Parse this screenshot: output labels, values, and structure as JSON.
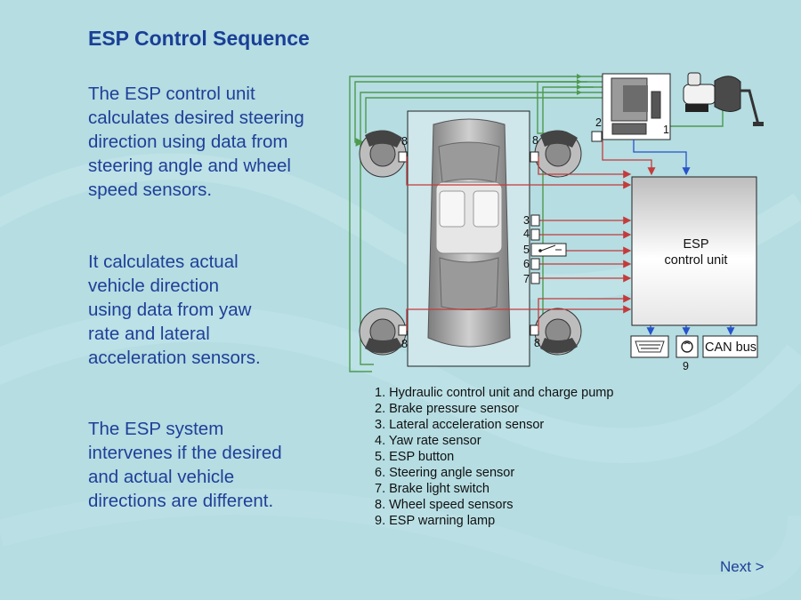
{
  "slide": {
    "title": "ESP Control Sequence",
    "paragraphs": [
      [
        "The ESP control unit",
        "calculates desired steering",
        "direction using data from",
        "steering angle and wheel",
        "speed sensors."
      ],
      [
        "It calculates actual",
        "vehicle direction",
        "using data from yaw",
        "rate and lateral",
        "acceleration sensors."
      ],
      [
        "The ESP system",
        "intervenes if the desired",
        "and actual vehicle",
        "directions are different."
      ]
    ],
    "next_label": "Next >"
  },
  "diagram": {
    "ecu_label_line1": "ESP",
    "ecu_label_line2": "control unit",
    "can_bus_label": "CAN bus",
    "component_numbers": {
      "pump": "1",
      "pressure_sensor": "2",
      "lateral": "3",
      "yaw": "4",
      "button": "5",
      "steering": "6",
      "brake_switch": "7",
      "wheel": "8",
      "lamp": "9"
    },
    "colors": {
      "sensor_line": "#c43b3b",
      "output_line": "#2653c9",
      "hydraulic_line": "#4e9a4e"
    }
  },
  "legend": {
    "items": [
      "1. Hydraulic control unit and charge pump",
      "2. Brake pressure sensor",
      "3. Lateral acceleration sensor",
      "4. Yaw rate sensor",
      "5. ESP button",
      "6. Steering angle sensor",
      "7. Brake light switch",
      "8. Wheel speed sensors",
      "9. ESP warning lamp"
    ]
  }
}
